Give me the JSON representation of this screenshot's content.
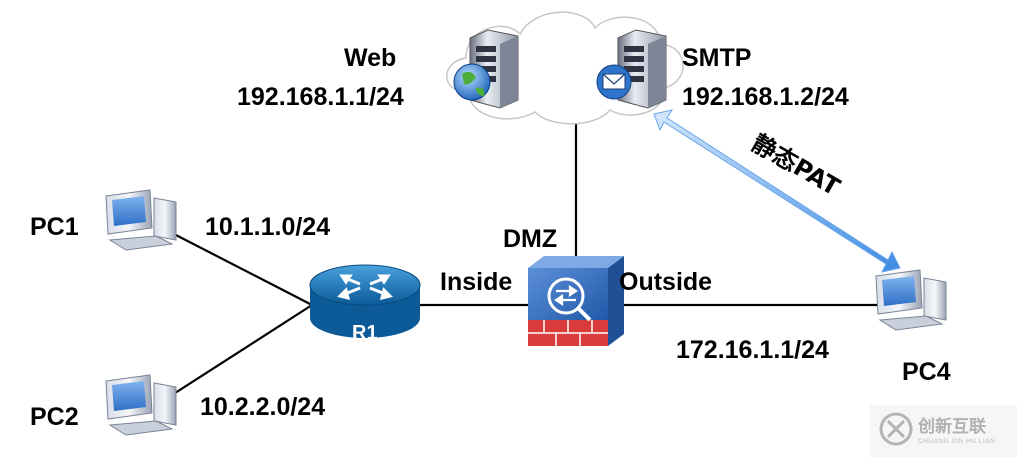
{
  "labels": {
    "web_name": "Web",
    "web_ip": "192.168.1.1/24",
    "smtp_name": "SMTP",
    "smtp_ip": "192.168.1.2/24",
    "static_pat": "静态PAT",
    "pc1": "PC1",
    "pc1_net": "10.1.1.0/24",
    "pc2": "PC2",
    "pc2_net": "10.2.2.0/24",
    "dmz": "DMZ",
    "inside": "Inside",
    "outside": "Outside",
    "router": "R1",
    "outside_ip": "172.16.1.1/24",
    "pc4": "PC4"
  },
  "watermark": {
    "cn": "创新互联",
    "en": "CHUANG XIN HU LIAN"
  },
  "colors": {
    "router_blue": "#1a6fb0",
    "firewall_blue": "#2a6cc0",
    "firewall_brick": "#d93a3a",
    "arrow_blue": "#5aa0ea",
    "pc_blue": "#3b7fd0",
    "line": "#000000"
  },
  "icons": [
    "pc-icon",
    "router-icon",
    "firewall-icon",
    "server-icon",
    "globe-icon",
    "mail-icon",
    "cloud-icon"
  ]
}
